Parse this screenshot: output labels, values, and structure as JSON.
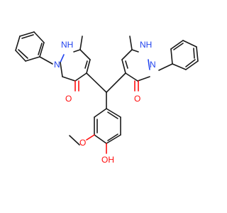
{
  "molecule": {
    "atoms": {
      "nh_left": "NH",
      "n_left": "N",
      "o_left": "O",
      "nh_right": "NH",
      "n_right": "N",
      "o_right": "O",
      "o_methoxy": "O",
      "oh_phenol": "OH"
    },
    "colors": {
      "carbon_bond": "#1a1a1a",
      "oxygen": "#ff0d0d",
      "nitrogen": "#2244ee",
      "background": "#ffffff"
    }
  }
}
